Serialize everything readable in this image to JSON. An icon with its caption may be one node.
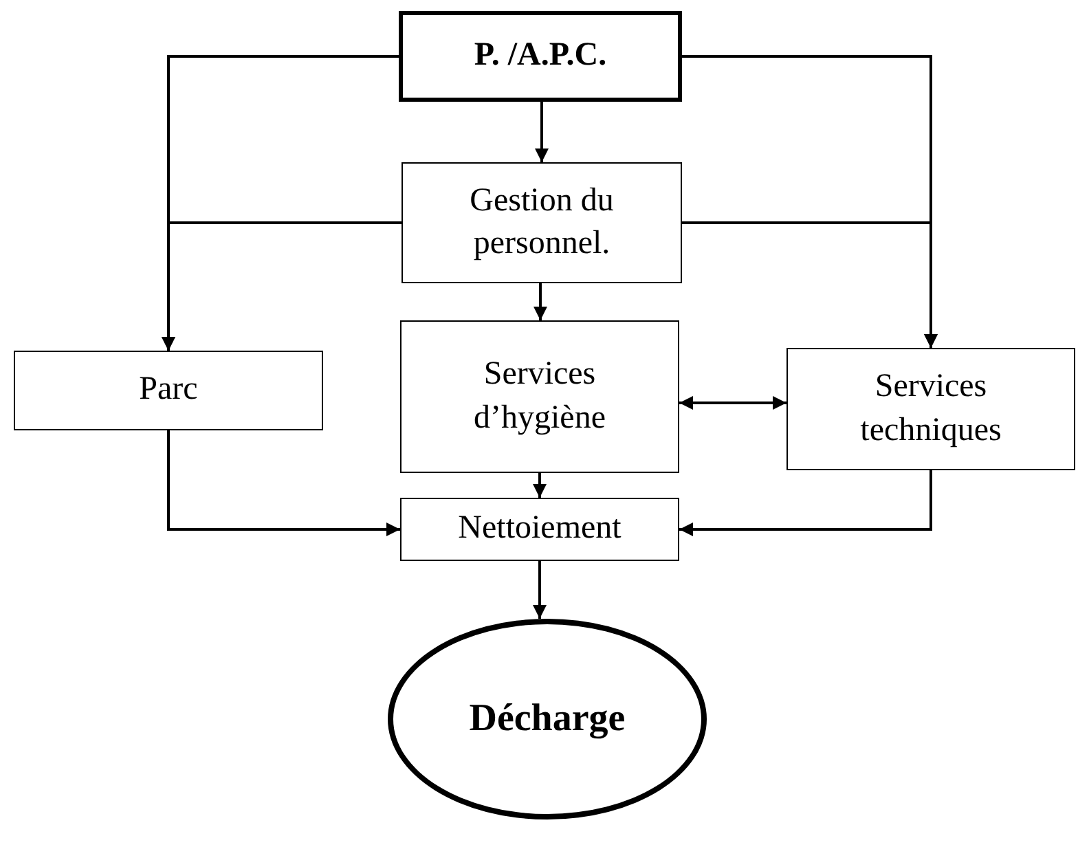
{
  "diagram": {
    "nodes": [
      {
        "text": [
          "P. /A.P.C."
        ]
      },
      {
        "text": [
          "Gestion du personnel."
        ]
      },
      {
        "text": [
          "Parc"
        ]
      },
      {
        "text": [
          "Services d’hygiène"
        ]
      },
      {
        "text": [
          "Services techniques"
        ]
      },
      {
        "text": [
          "Nettoiement"
        ]
      },
      {
        "text": [
          "Décharge"
        ]
      }
    ],
    "edges": [
      {
        "from": 0,
        "to": 1,
        "arrow": "to"
      },
      {
        "from": 0,
        "to": 2,
        "arrow": "to"
      },
      {
        "from": 0,
        "to": 4,
        "arrow": "to"
      },
      {
        "from": 1,
        "to": 2,
        "arrow": "to"
      },
      {
        "from": 1,
        "to": 4,
        "arrow": "to"
      },
      {
        "from": 1,
        "to": 3,
        "arrow": "to"
      },
      {
        "from": 3,
        "to": 4,
        "arrow": "both"
      },
      {
        "from": 3,
        "to": 5,
        "arrow": "to"
      },
      {
        "from": 2,
        "to": 5,
        "arrow": "to"
      },
      {
        "from": 4,
        "to": 5,
        "arrow": "to"
      },
      {
        "from": 5,
        "to": 6,
        "arrow": "to"
      }
    ]
  }
}
